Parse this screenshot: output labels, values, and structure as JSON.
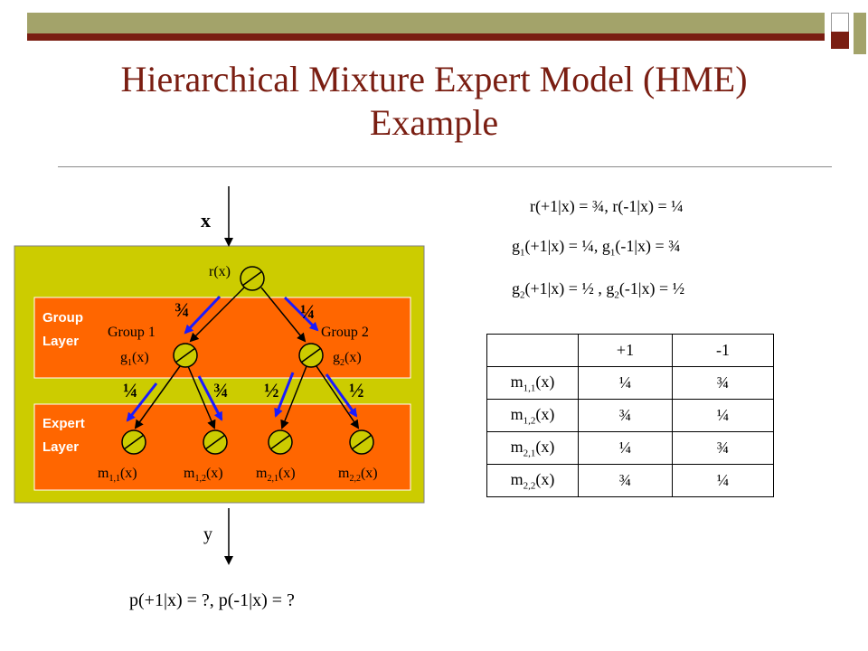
{
  "slide": {
    "title_lines": [
      "Hierarchical Mixture Expert Model (HME)",
      "Example"
    ],
    "colors": {
      "title": "#7a1e12",
      "outer_box": "#cccc00",
      "layer_box": "#ff6600",
      "arrow_blue": "#1a1aff",
      "topbar_olive": "#a3a36a",
      "topbar_red": "#7a1e12"
    }
  },
  "diagram": {
    "input_label": "x",
    "output_label": "y",
    "root_gate_label": "r(x)",
    "group_layer_label": [
      "Group",
      "Layer"
    ],
    "expert_layer_label": [
      "Expert",
      "Layer"
    ],
    "groups": [
      {
        "name": "Group 1",
        "gate": {
          "base": "g",
          "sub": "1",
          "arg": "(x)"
        }
      },
      {
        "name": "Group 2",
        "gate": {
          "base": "g",
          "sub": "2",
          "arg": "(x)"
        }
      }
    ],
    "experts": [
      {
        "base": "m",
        "sub": "1,1",
        "arg": "(x)"
      },
      {
        "base": "m",
        "sub": "1,2",
        "arg": "(x)"
      },
      {
        "base": "m",
        "sub": "2,1",
        "arg": "(x)"
      },
      {
        "base": "m",
        "sub": "2,2",
        "arg": "(x)"
      }
    ],
    "edge_weights": {
      "root_to_group1": "¾",
      "root_to_group2": "¼",
      "g1_to_m11": "¼",
      "g1_to_m12": "¾",
      "g2_to_m21": "½",
      "g2_to_m22": "½"
    },
    "question": "p(+1|x) = ?, p(-1|x) = ?"
  },
  "equations": {
    "r": "r(+1|x) = ¾, r(-1|x) = ¼",
    "g1": {
      "pre": "g",
      "sub": "1",
      "mid": "(+1|x) = ¼, g",
      "sub2": "1",
      "post": "(-1|x) = ¾"
    },
    "g2": {
      "pre": "g",
      "sub": "2",
      "mid": "(+1|x) = ½ , g",
      "sub2": "2",
      "post": "(-1|x) = ½"
    }
  },
  "table": {
    "headers": [
      "",
      "+1",
      "-1"
    ],
    "rows": [
      {
        "label": {
          "base": "m",
          "sub": "1,1",
          "arg": "(x)"
        },
        "cells": [
          "¼",
          "¾"
        ]
      },
      {
        "label": {
          "base": "m",
          "sub": "1,2",
          "arg": "(x)"
        },
        "cells": [
          "¾",
          "¼"
        ]
      },
      {
        "label": {
          "base": "m",
          "sub": "2,1",
          "arg": "(x)"
        },
        "cells": [
          "¼",
          "¾"
        ]
      },
      {
        "label": {
          "base": "m",
          "sub": "2,2",
          "arg": "(x)"
        },
        "cells": [
          "¾",
          "¼"
        ]
      }
    ]
  }
}
